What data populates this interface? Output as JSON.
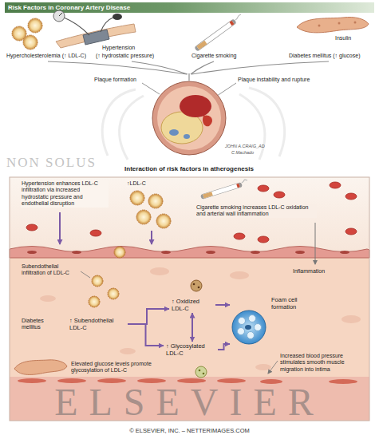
{
  "diagram": {
    "title": "Risk Factors in Coronary Artery Disease",
    "caption": "© ELSEVIER, INC. – NETTERIMAGES.COM",
    "nodes": [
      {
        "text": [
          "↑ Subendothelial LDL-C"
        ]
      },
      {
        "text": [
          "↑ Oxidized LDL-C"
        ]
      },
      {
        "text": [
          "↑ Glycosylated LDL-C"
        ]
      },
      {
        "text": [
          "Foam cell formation"
        ]
      }
    ],
    "edges": [
      {
        "from": 0,
        "to": 1,
        "arrow": "to"
      },
      {
        "from": 0,
        "to": 2,
        "arrow": "to"
      },
      {
        "from": 1,
        "to": 3,
        "arrow": "to"
      },
      {
        "from": 2,
        "to": 3,
        "arrow": "to"
      },
      {
        "from": 1,
        "to": 2,
        "arrow": "both"
      }
    ],
    "labels": [
      "Hypertension",
      "Hypercholesterolemia (↑ LDL-C)",
      "(↑ hydrostatic pressure)",
      "Cigarette smoking",
      "Insulin",
      "Diabetes mellitus (↑ glucose)",
      "Plaque formation",
      "Plaque instability and rupture",
      "JOHN A.CRAIG_AD",
      "C.Machado",
      "NON SOLUS",
      "Interaction of risk factors in atherogenesis",
      "Hypertension enhances LDL-C infiltration via increased hydrostatic pressure and endothelial disruption",
      "↑LDL-C",
      "Cigarette smoking increases LDL-C oxidation and arterial wall inflammation",
      "Inflammation",
      "Subendothelial infiltration of LDL-C",
      "Diabetes mellitus",
      "Increased blood pressure stimulates smooth muscle migration into intima",
      "Elevated glucose levels promote glycosylation of LDL-C",
      "ELSEVIER"
    ]
  }
}
